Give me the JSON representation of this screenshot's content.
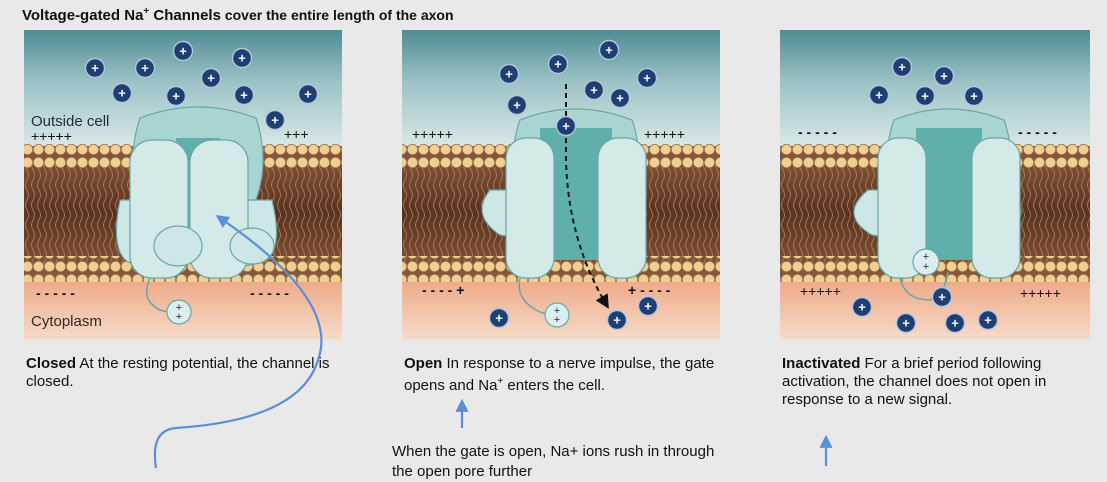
{
  "title": {
    "prefix": "Voltage-gated Na",
    "sup": "+",
    "main": " Channels",
    "rest": " cover the entire length of the axon"
  },
  "labels": {
    "outside_cell": "Outside cell",
    "cytoplasm": "Cytoplasm"
  },
  "charges": {
    "p1_top_left": "+++++",
    "p1_top_right": "+++",
    "p1_bottom_left": "- - - - -",
    "p1_bottom_right": "- - - - -",
    "p2_top_left": "+++++",
    "p2_top_right": "+++++",
    "p2_bottom_left": "- - - - +",
    "p2_bottom_right": "+ - - - -",
    "p3_top_left": "- - - - -",
    "p3_top_right": "- - - - -",
    "p3_bottom_left": "+++++",
    "p3_bottom_right": "+++++"
  },
  "captions": {
    "closed_title": "Closed",
    "closed_text": " At the resting potential, the channel is closed.",
    "open_title": "Open",
    "open_text_1": " In response to a nerve impulse, the gate opens and Na",
    "open_sup": "+",
    "open_text_2": " enters the cell.",
    "inactivated_title": "Inactivated",
    "inactivated_text": " For a brief period following activation, the channel does not open in response to a new signal."
  },
  "annotation": "When the gate is open, Na+ ions rush in through the open pore further",
  "colors": {
    "background": "#e9e9e9",
    "extracellular_top": "#4e8c94",
    "extracellular_bottom": "#cfe2e2",
    "membrane_core": "#6a3d28",
    "lipid_head": "#f0cf94",
    "cytoplasm": "#f1b896",
    "channel_fill": "#cde6e6",
    "channel_pore": "#5fb0aa",
    "ion_fill": "#1e3f73",
    "annotation_arrow": "#5b8ed8"
  }
}
